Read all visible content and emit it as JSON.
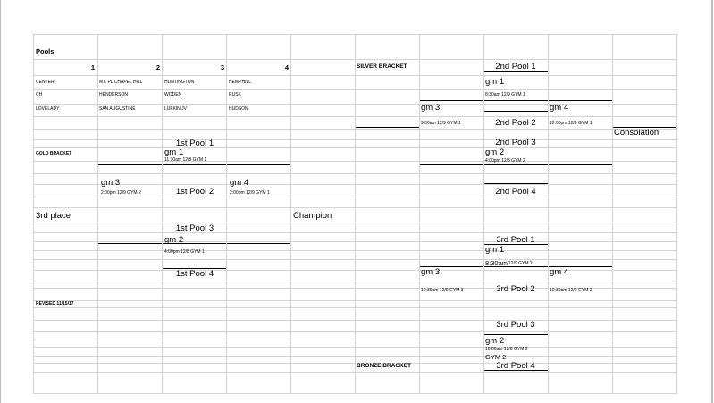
{
  "pools": {
    "title": "Pools",
    "headers": [
      "1",
      "2",
      "3",
      "4"
    ],
    "rows": [
      [
        "CENTER",
        "MT. PL CHAPEL HILL",
        "HUNTINGTON",
        "HEMPHILL"
      ],
      [
        "CH",
        "HENDERSON",
        "WODEN",
        "RUSK"
      ],
      [
        "LOVELADY",
        "SAN AUGUSTINE",
        "LUFKIN JV",
        "HUDSON"
      ]
    ]
  },
  "gold": {
    "label": "GOLD BRACKET",
    "seed_top": "1st Pool 1",
    "seed_mid_top": "1st Pool 2",
    "seed_mid_bottom": "1st Pool 3",
    "seed_bottom": "1st Pool 4",
    "gm1": {
      "label": "gm 1",
      "time": "11:30am 12/8 GYM 1"
    },
    "gm2": {
      "label": "gm 2",
      "time": "4:00pm 12/8 GYM 1"
    },
    "gm3": {
      "label": "gm 3",
      "time": "2:00pm 12/9 GYM 2"
    },
    "gm4": {
      "label": "gm 4",
      "time": "2:00pm 12/9 GYM 1"
    },
    "third_place": "3rd place",
    "champion": "Champion"
  },
  "revised": "REVISED 11/15/17",
  "silver": {
    "label": "SILVER BRACKET",
    "seed_top": "2nd Pool 1",
    "seed_mid_top": "2nd Pool 2",
    "seed_mid_bottom": "2nd Pool 3",
    "seed_bottom": "2nd Pool 4",
    "gm1": {
      "label": "gm 1",
      "time": "8:30am 12/9 GYM 1"
    },
    "gm2": {
      "label": "gm 2",
      "time": "4:00pm 12/8 GYM 2"
    },
    "gm3": {
      "label": "gm 3",
      "time": "9:00am 12/9 GYM 1"
    },
    "gm4": {
      "label": "gm 4",
      "time": "12:00pm 12/9 GYM 1"
    },
    "consolation": "Consolation"
  },
  "bronze": {
    "label": "BRONZE BRACKET",
    "seed_top": "3rd Pool 1",
    "seed_mid_top": "3rd Pool 2",
    "seed_mid_bottom": "3rd Pool 3",
    "seed_bottom": "3rd Pool 4",
    "gm1": {
      "label": "gm 1",
      "time_a": "8:30am",
      "time_b": "12/9 GYM 2"
    },
    "gm2": {
      "label": "gm 2",
      "time": "10:00am 12/8 GYM 2",
      "gym": "GYM 2"
    },
    "gm3": {
      "label": "gm 3",
      "time": "10:30am 12/9 GYM 3"
    },
    "gm4": {
      "label": "gm 4",
      "time": "10:30am 12/9 GYM 2"
    }
  }
}
